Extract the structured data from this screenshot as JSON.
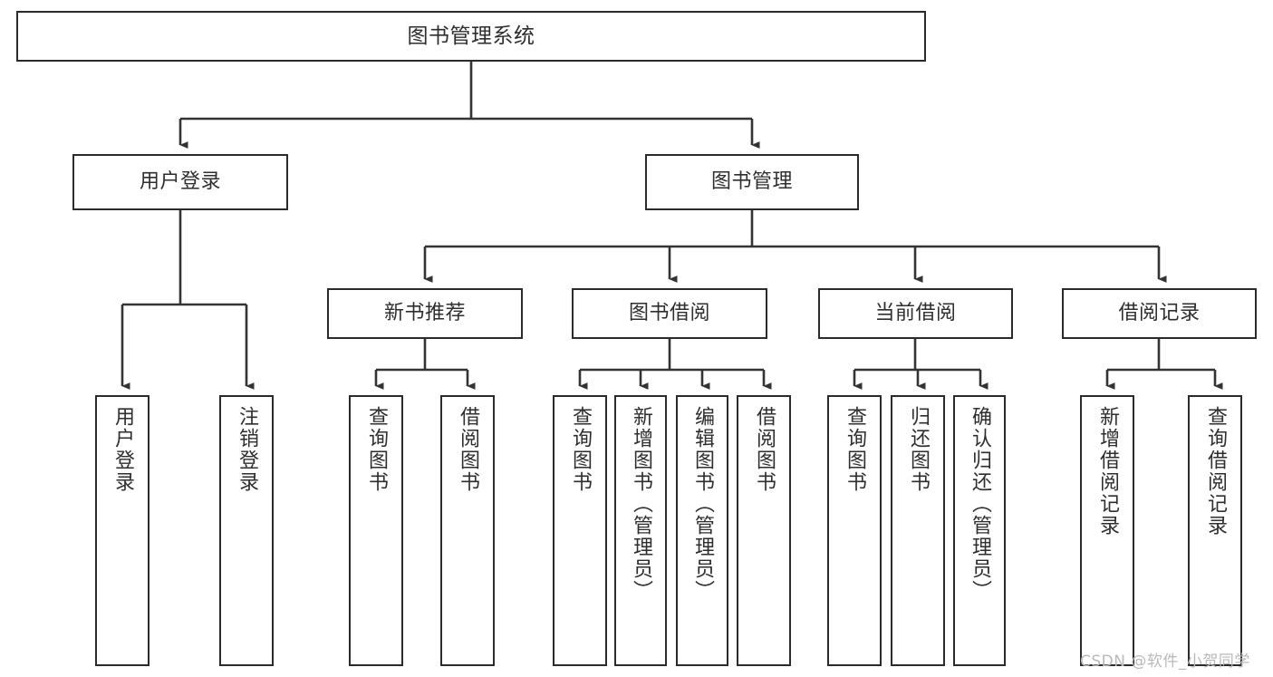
{
  "diagram": {
    "title": "图书管理系统",
    "type": "tree-hierarchy",
    "colors": {
      "box_border": "#2b2b2b",
      "box_fill": "#ffffff",
      "connector": "#333333",
      "text": "#2e2e2e",
      "watermark": "#b9b9b9",
      "background": "#ffffff"
    },
    "levels": {
      "root": {
        "label": "图书管理系统"
      },
      "level2": [
        {
          "label": "用户登录"
        },
        {
          "label": "图书管理"
        }
      ],
      "level3": [
        {
          "label": "新书推荐"
        },
        {
          "label": "图书借阅"
        },
        {
          "label": "当前借阅"
        },
        {
          "label": "借阅记录"
        }
      ],
      "leaves": {
        "user_login": [
          {
            "label": "用户登录"
          },
          {
            "label": "注销登录"
          }
        ],
        "new_book_recommend": [
          {
            "label": "查询图书"
          },
          {
            "label": "借阅图书"
          }
        ],
        "book_borrow": [
          {
            "label": "查询图书"
          },
          {
            "label": "新增图书（管理员）"
          },
          {
            "label": "编辑图书（管理员）"
          },
          {
            "label": "借阅图书"
          }
        ],
        "current_borrow": [
          {
            "label": "查询图书"
          },
          {
            "label": "归还图书"
          },
          {
            "label": "确认归还（管理员）"
          }
        ],
        "borrow_record": [
          {
            "label": "新增借阅记录"
          },
          {
            "label": "查询借阅记录"
          }
        ]
      }
    }
  },
  "watermark": {
    "text": "CSDN @软件_小贺同学"
  }
}
